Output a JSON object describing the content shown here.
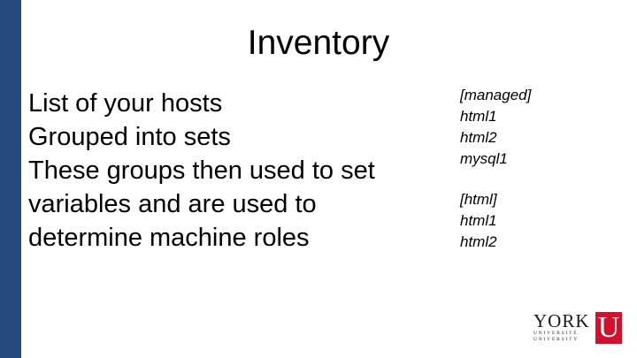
{
  "slide": {
    "title": "Inventory",
    "background_color": "#ffffff",
    "accent_bar_color": "#24497a"
  },
  "body": {
    "lines": [
      "List of your hosts",
      "Grouped into sets",
      "These groups then used to set",
      "variables and are used to",
      "determine machine roles"
    ]
  },
  "inventory": {
    "groups": [
      {
        "header": "[managed]",
        "hosts": [
          "html1",
          "html2",
          "mysql1"
        ]
      },
      {
        "header": "[html]",
        "hosts": [
          "html1",
          "html2"
        ]
      }
    ]
  },
  "logo": {
    "wordmark": "YORK",
    "sub_fr": "UNIVERSITÉ",
    "sub_en": "UNIVERSITY",
    "mark_letter": "U",
    "mark_color": "#d2112e"
  }
}
